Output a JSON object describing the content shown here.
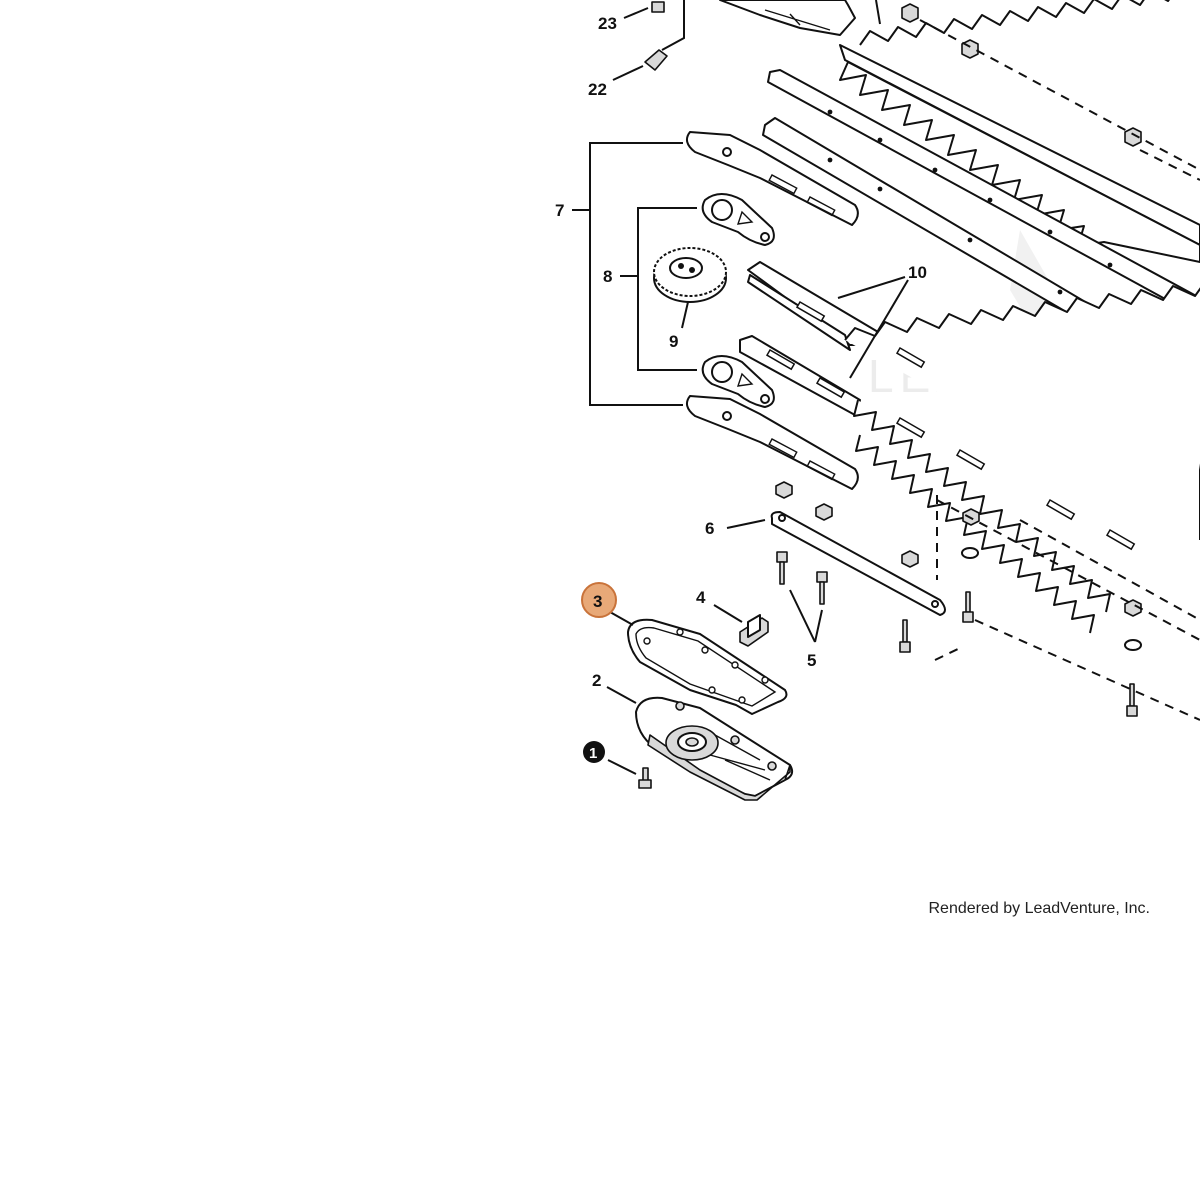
{
  "diagram": {
    "callouts": {
      "c1": "1",
      "c2": "2",
      "c3": "3",
      "c4": "4",
      "c5": "5",
      "c6": "6",
      "c7": "7",
      "c8": "8",
      "c9": "9",
      "c10": "10",
      "c22": "22",
      "c23": "23"
    },
    "highlight": {
      "callout": "3",
      "color": "#e8a978",
      "border": "#c9733a"
    },
    "watermark": "LEADVENTURE"
  },
  "footer": {
    "credit": "Rendered by LeadVenture, Inc."
  }
}
